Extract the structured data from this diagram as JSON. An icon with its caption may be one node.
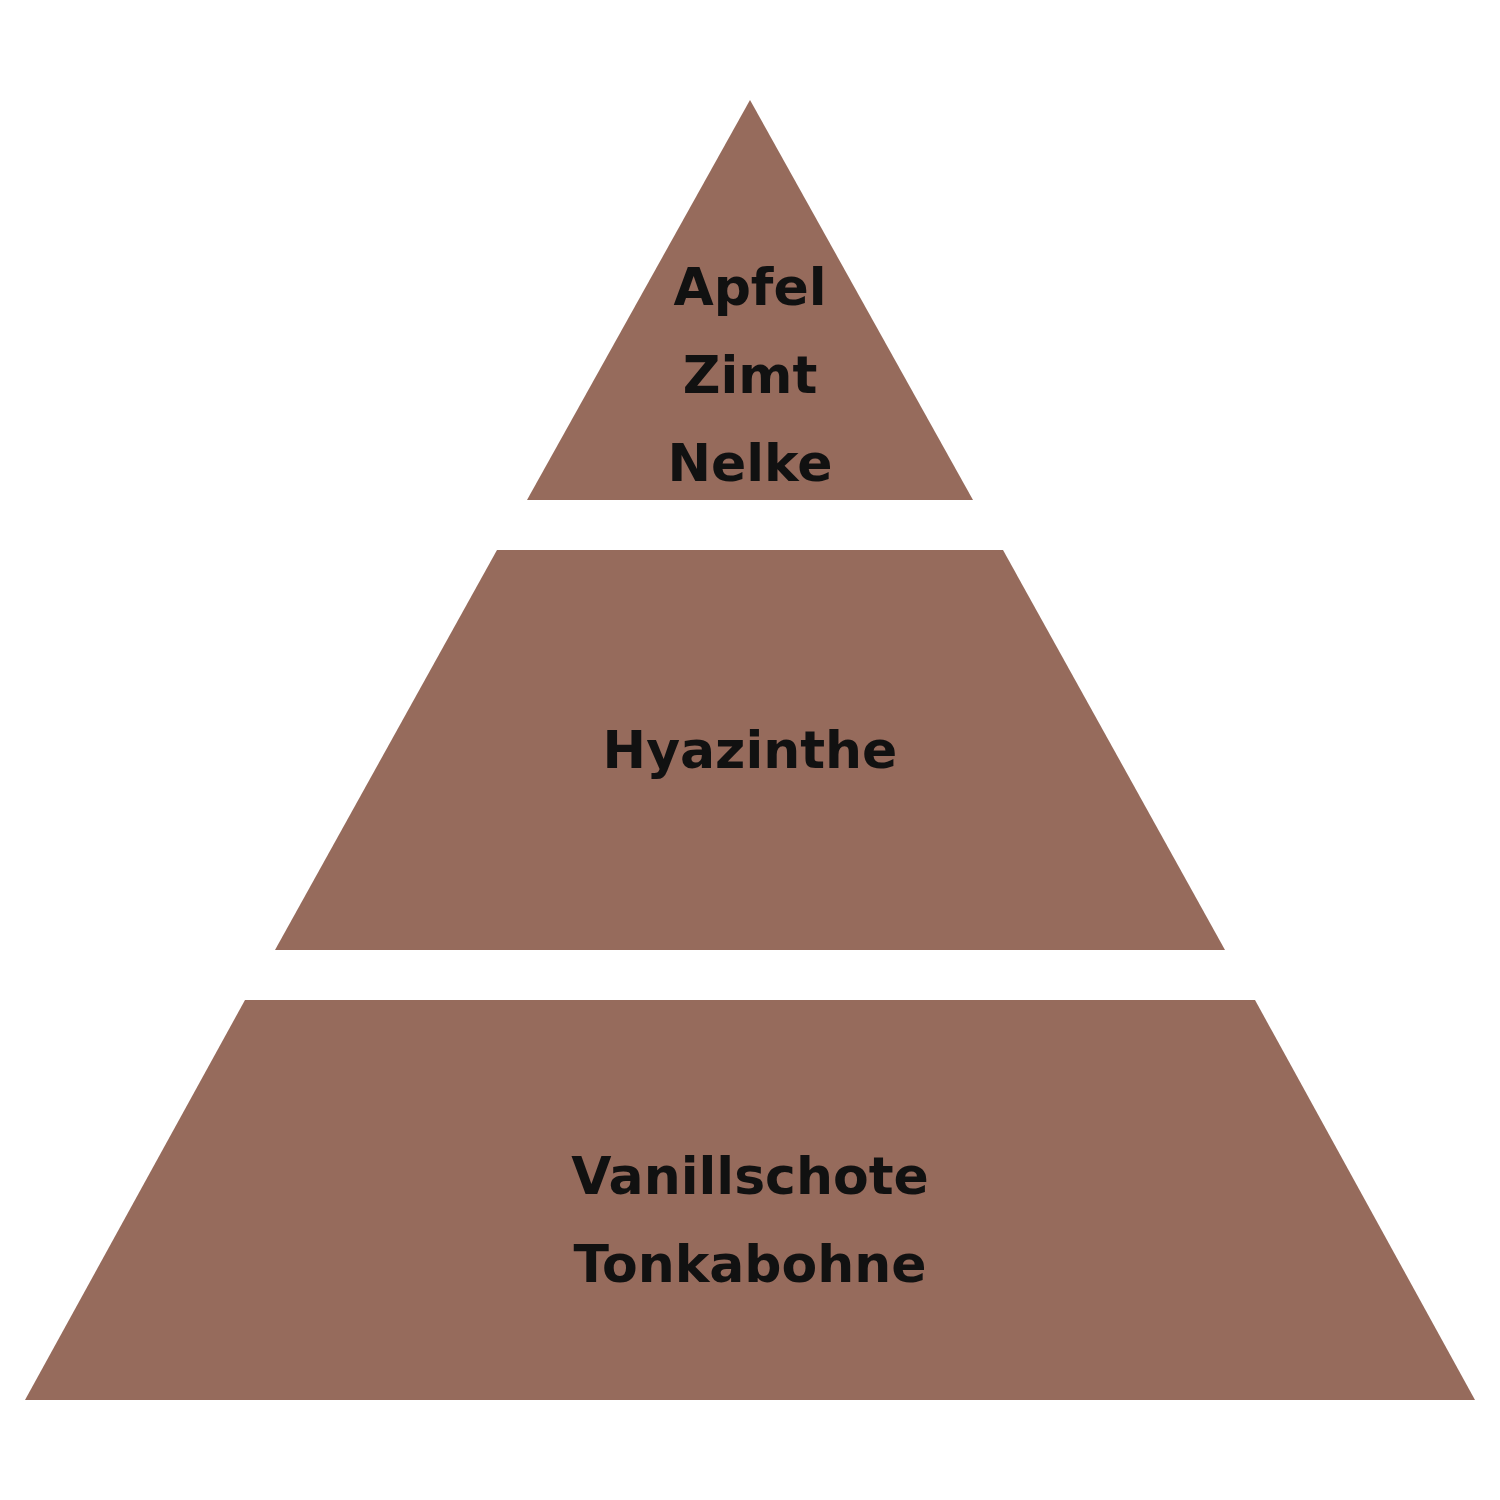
{
  "diagram": {
    "nodes": [
      {
        "text": [
          "Apfel",
          "Zimt",
          "Nelke"
        ]
      },
      {
        "text": [
          "Hyazinthe"
        ]
      },
      {
        "text": [
          "Vanillschote",
          "Tonkabohne"
        ]
      }
    ]
  }
}
